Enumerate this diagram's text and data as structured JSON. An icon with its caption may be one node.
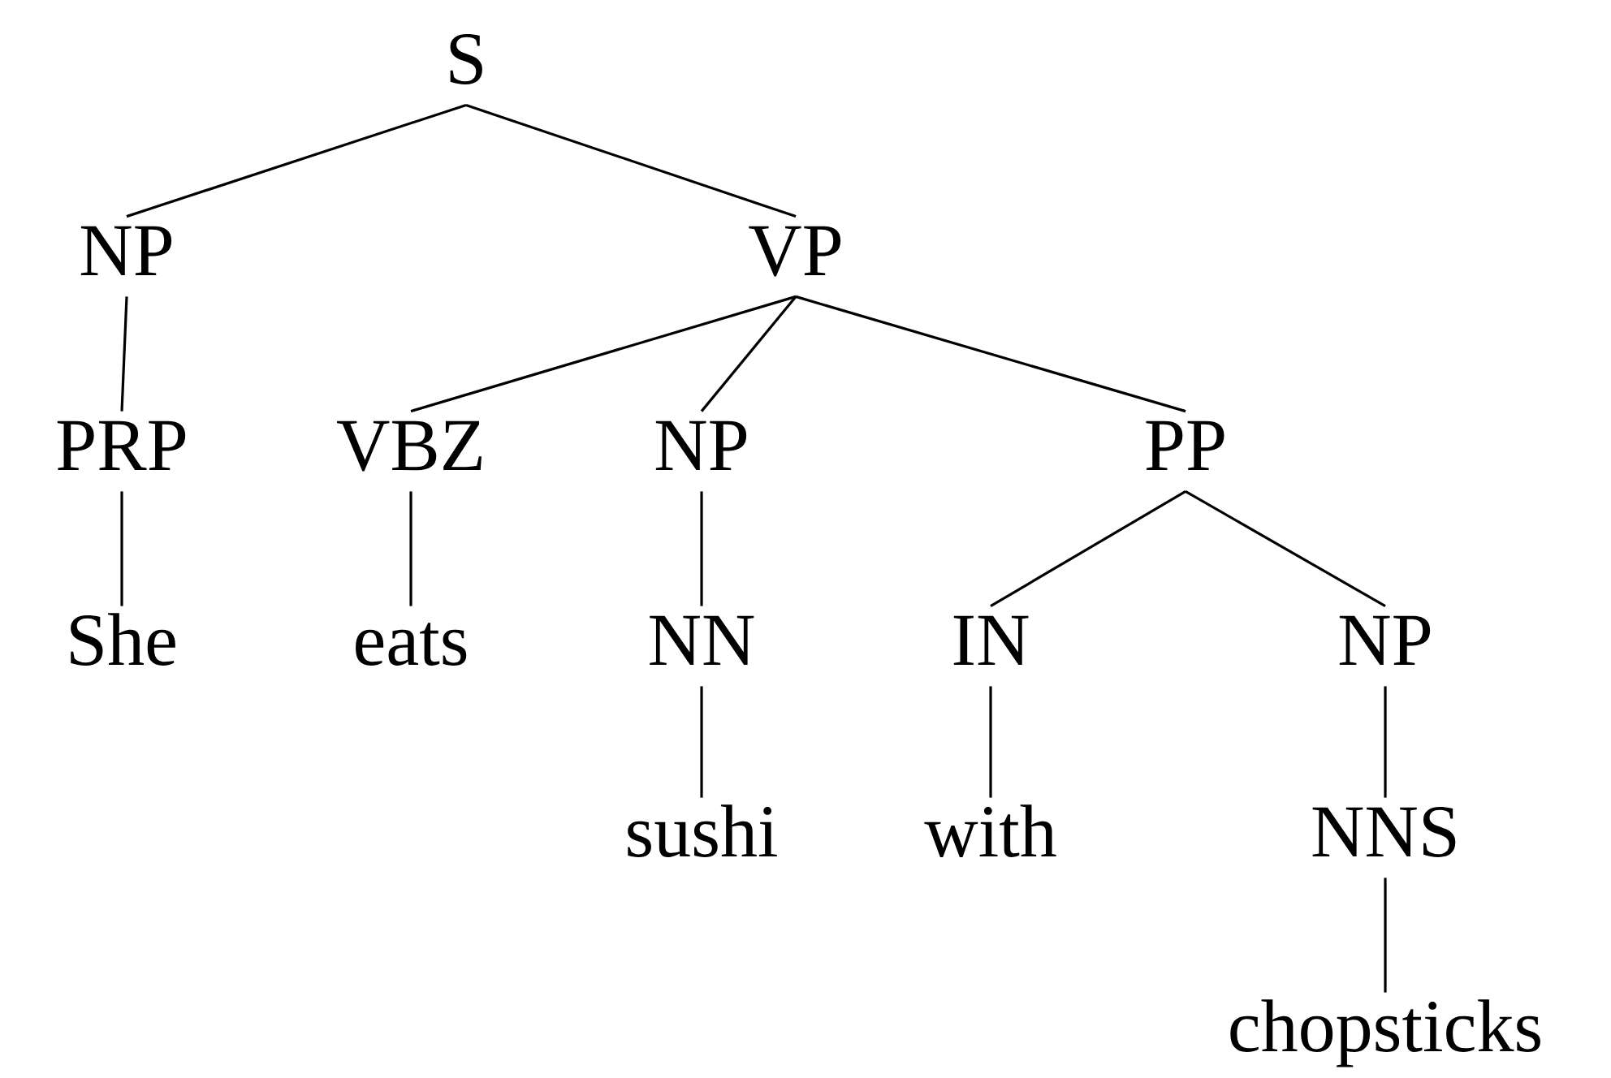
{
  "diagram": {
    "nodes": [
      {
        "text": [
          "S"
        ]
      },
      {
        "text": [
          "NP"
        ]
      },
      {
        "text": [
          "VP"
        ]
      },
      {
        "text": [
          "PRP"
        ]
      },
      {
        "text": [
          "VBZ"
        ]
      },
      {
        "text": [
          "NP"
        ]
      },
      {
        "text": [
          "PP"
        ]
      },
      {
        "text": [
          "She"
        ]
      },
      {
        "text": [
          "eats"
        ]
      },
      {
        "text": [
          "NN"
        ]
      },
      {
        "text": [
          "IN"
        ]
      },
      {
        "text": [
          "NP"
        ]
      },
      {
        "text": [
          "sushi"
        ]
      },
      {
        "text": [
          "with"
        ]
      },
      {
        "text": [
          "NNS"
        ]
      },
      {
        "text": [
          "chopsticks"
        ]
      }
    ],
    "edges": [
      {
        "from": 0,
        "to": 1,
        "arrow": "none"
      },
      {
        "from": 0,
        "to": 2,
        "arrow": "none"
      },
      {
        "from": 1,
        "to": 3,
        "arrow": "none"
      },
      {
        "from": 2,
        "to": 4,
        "arrow": "none"
      },
      {
        "from": 2,
        "to": 5,
        "arrow": "none"
      },
      {
        "from": 2,
        "to": 6,
        "arrow": "none"
      },
      {
        "from": 3,
        "to": 7,
        "arrow": "none"
      },
      {
        "from": 4,
        "to": 8,
        "arrow": "none"
      },
      {
        "from": 5,
        "to": 9,
        "arrow": "none"
      },
      {
        "from": 6,
        "to": 10,
        "arrow": "none"
      },
      {
        "from": 6,
        "to": 11,
        "arrow": "none"
      },
      {
        "from": 9,
        "to": 12,
        "arrow": "none"
      },
      {
        "from": 10,
        "to": 13,
        "arrow": "none"
      },
      {
        "from": 11,
        "to": 14,
        "arrow": "none"
      },
      {
        "from": 14,
        "to": 15,
        "arrow": "none"
      }
    ]
  }
}
